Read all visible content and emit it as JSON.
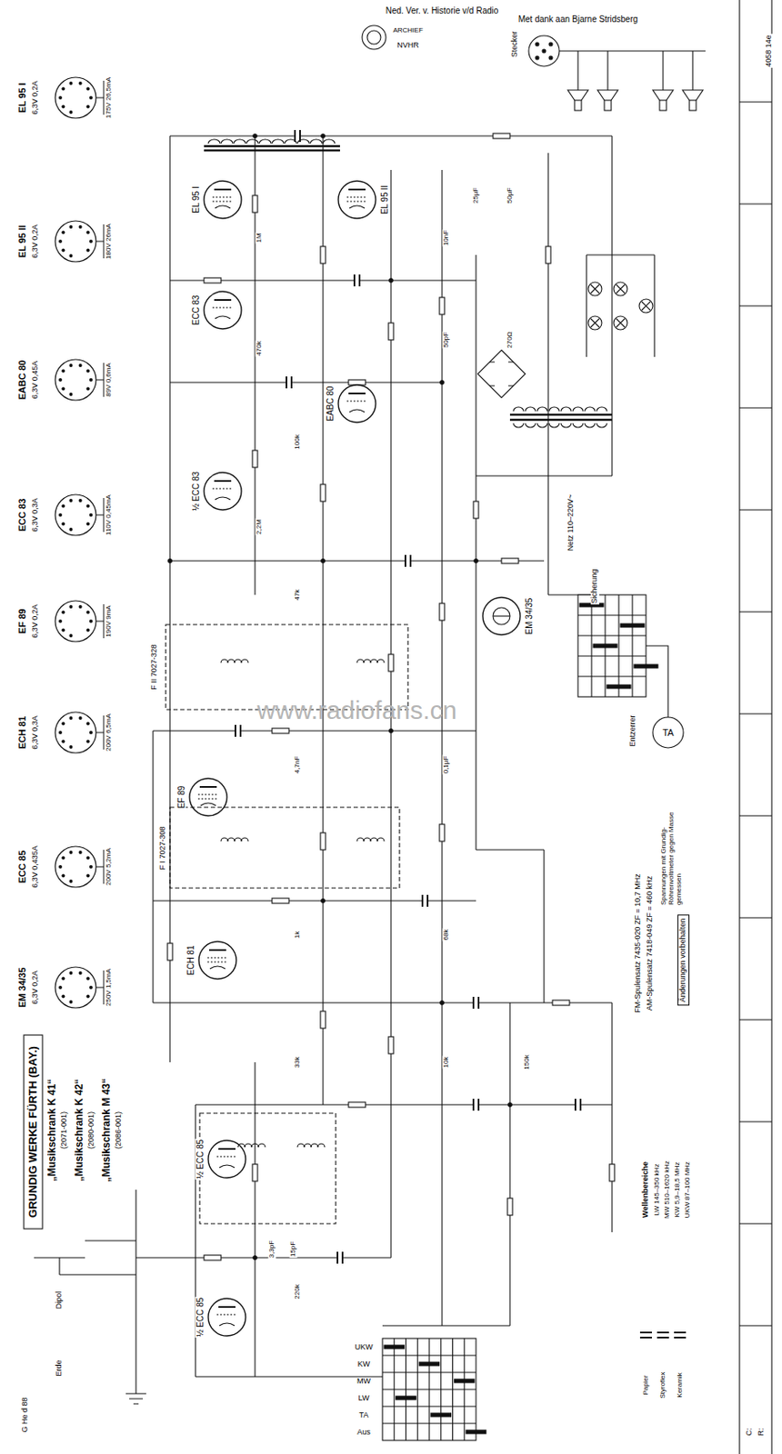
{
  "diagram": {
    "title": "GRUNDIG WERKE FÜRTH (BAY.)",
    "nodes": [
      {
        "text": [
          "EL 95 I",
          "6,3V 0,2A",
          "175V 26,5mA"
        ]
      },
      {
        "text": [
          "EL 95 II",
          "6,3V 0,2A",
          "180V 26mA"
        ]
      },
      {
        "text": [
          "EABC 80",
          "6,3V 0,45A",
          "89V 0,6mA"
        ]
      },
      {
        "text": [
          "ECC 83",
          "6,3V 0,3A",
          "110V 0,45mA"
        ]
      },
      {
        "text": [
          "EF 89",
          "6,3V 0,2A",
          "190V 9mA"
        ]
      },
      {
        "text": [
          "ECH 81",
          "6,3V 0,3A",
          "200V 6,5mA"
        ]
      },
      {
        "text": [
          "ECC 85",
          "6,3V 0,435A",
          "200V 5,2mA"
        ]
      },
      {
        "text": [
          "EM 34/35",
          "6,3V 0,2A",
          "250V 1,5mA"
        ]
      }
    ],
    "labels": [
      "Ned. Ver. v. Historie v/d Radio",
      "Met dank aan Bjarne Stridsberg",
      "ARCHIEF",
      "NVHR",
      "4058 14e",
      "www.radiofans.cn",
      "„Musikschrank K 41“",
      "(2071-001)",
      "„Musikschrank K 42“",
      "(2080-001)",
      "„Musikschrank M 43“",
      "(2086-001)",
      "G He d 88",
      "EL 95 I",
      "EL 95 II",
      "ECC 83",
      "EABC 80",
      "½ ECC 83",
      "EM 34/35",
      "EF 89",
      "ECH 81",
      "½ ECC 85",
      "½ ECC 85",
      "F II 7027-328",
      "F I 7027-308",
      "FM-Spulensatz 7435-020 ZF = 10,7 MHz",
      "AM-Spulensatz 7418-049 ZF = 460 kHz",
      "Spannungen mit Grundig-Röhrenvoltmeter gegen Masse gemessen",
      "Änderungen vorbehalten",
      "Wellenbereiche",
      "LW 145–350 kHz",
      "MW 510–1620 kHz",
      "KW 5,9–18,5 MHz",
      "UKW 87–100 MHz",
      "Papier",
      "Styroflex",
      "Keramik",
      "UKW",
      "KW",
      "MW",
      "LW",
      "TA",
      "Aus",
      "Stecker",
      "Netz 110–220V~",
      "Sicherung",
      "TA",
      "Entzerrer",
      "Dipol",
      "Erde",
      "C:",
      "R:",
      "1M",
      "470k",
      "100k",
      "2,2M",
      "47k",
      "10nF",
      "50pF",
      "4,7nF",
      "0,1µF",
      "25µF",
      "50µF",
      "1k",
      "68k",
      "33k",
      "10k",
      "150k",
      "220k",
      "3,3pF",
      "15pF",
      "270Ω"
    ]
  }
}
